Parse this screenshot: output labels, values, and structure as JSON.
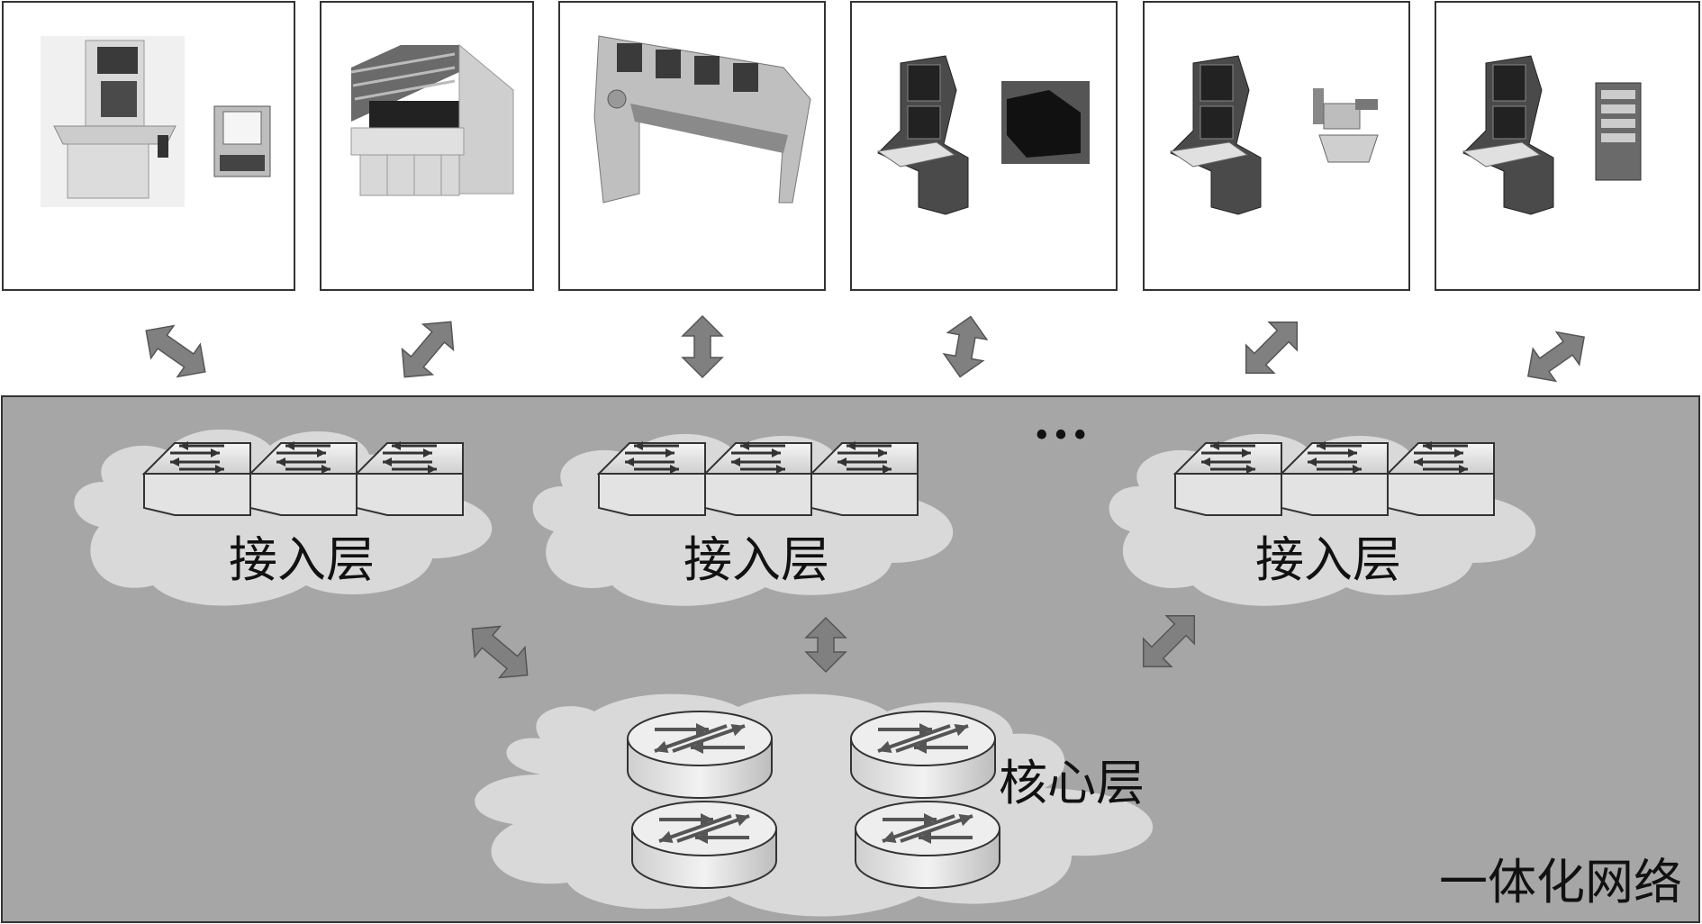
{
  "colors": {
    "network_bg": "#a6a6a6",
    "cloud": "#d9d9d9",
    "arrow": "#808080",
    "device_dark": "#3a3a3a",
    "device_light": "#e6e6e6"
  },
  "devices": [
    {
      "icon": "console-terminal-icon"
    },
    {
      "icon": "control-panel-rack-icon"
    },
    {
      "icon": "curved-console-icon"
    },
    {
      "icon": "console-display-icon"
    },
    {
      "icon": "console-turret-icon"
    },
    {
      "icon": "console-server-icon"
    }
  ],
  "access_layers": [
    {
      "label": "接入层",
      "icon": "switch-icon"
    },
    {
      "label": "接入层",
      "icon": "switch-icon"
    },
    {
      "label": "接入层",
      "icon": "switch-icon"
    }
  ],
  "ellipsis": "•••",
  "core_layer": {
    "label": "核心层",
    "icon": "router-icon"
  },
  "network_label": "一体化网络",
  "arrow_icon": "double-arrow-icon"
}
